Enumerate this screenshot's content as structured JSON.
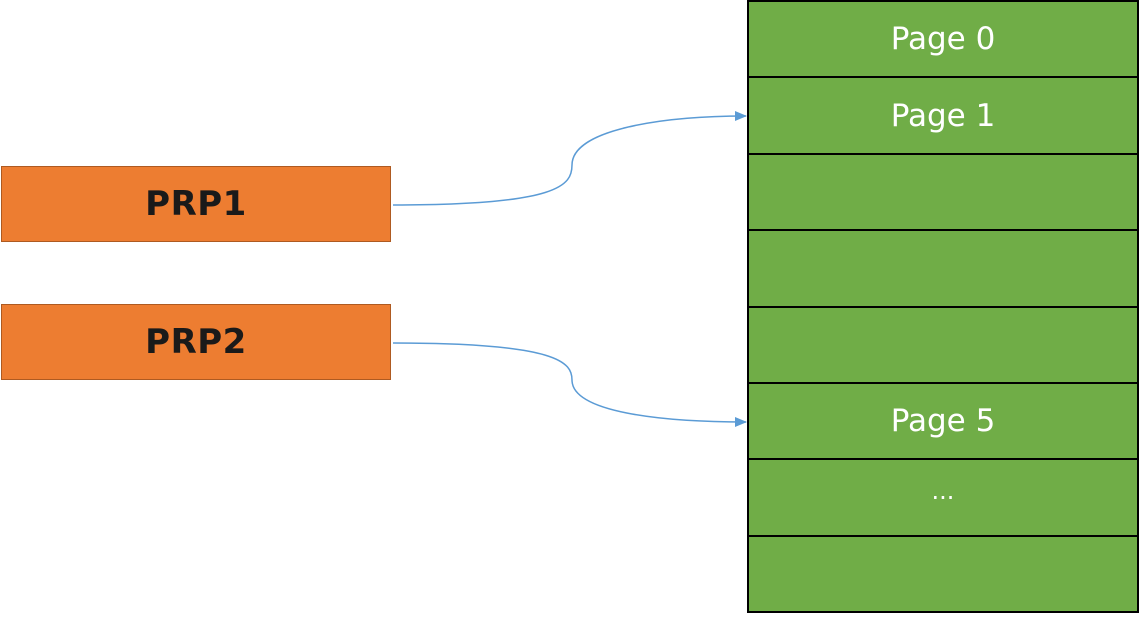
{
  "prp_entries": [
    {
      "label": "PRP1"
    },
    {
      "label": "PRP2"
    }
  ],
  "pages": [
    {
      "label": "Page 0"
    },
    {
      "label": "Page 1"
    },
    {
      "label": ""
    },
    {
      "label": ""
    },
    {
      "label": ""
    },
    {
      "label": "Page 5"
    },
    {
      "label": "..."
    },
    {
      "label": ""
    }
  ],
  "colors": {
    "prp_fill": "#ed7d31",
    "page_fill": "#70ad47",
    "connector": "#5b9bd5"
  }
}
